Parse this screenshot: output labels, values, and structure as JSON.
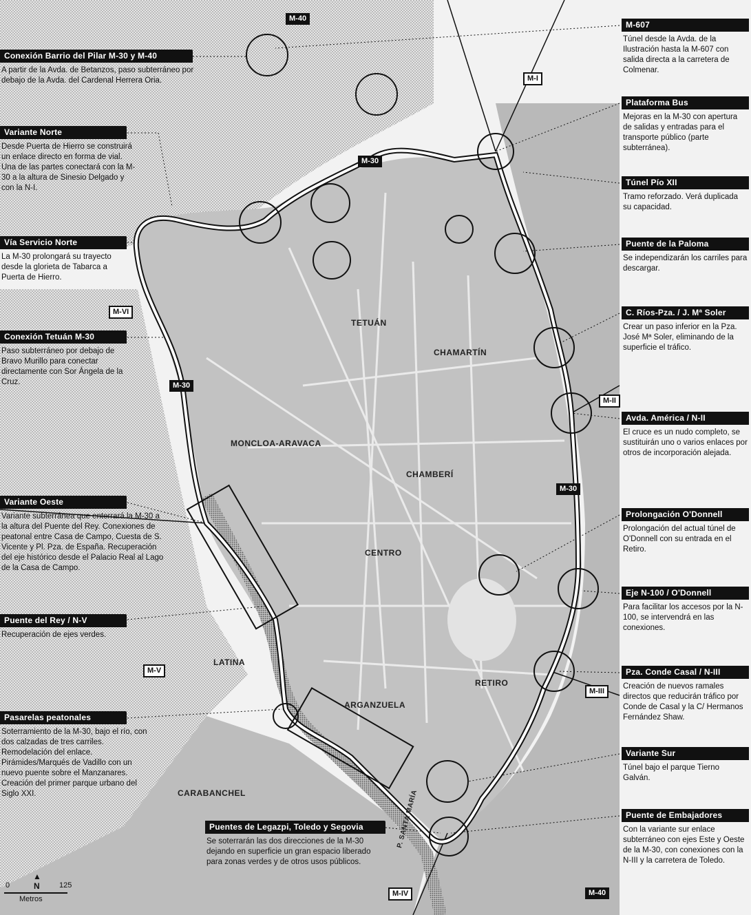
{
  "annotations_left": [
    {
      "title": "Conexión Barrio del Pilar M-30 y M-40",
      "text": "A partir de la Avda. de Betanzos, paso subterráneo por debajo de la Avda. del Cardenal Herrera Oria."
    },
    {
      "title": "Variante Norte",
      "text": "Desde Puerta de Hierro se construirá un enlace directo en forma de vial. Una de las partes conectará con la M-30 a la altura de Sinesio Delgado y con la N-I."
    },
    {
      "title": "Vía Servicio Norte",
      "text": "La M-30 prolongará su trayecto desde la glorieta de Tabarca a Puerta de Hierro."
    },
    {
      "title": "Conexión Tetuán M-30",
      "text": "Paso subterráneo por debajo de Bravo Murillo para conectar directamente con Sor Ángela de la Cruz."
    },
    {
      "title": "Variante Oeste",
      "text": "Variante subterránea que enterrará la M-30 a la altura del Puente del Rey. Conexiones de peatonal entre Casa de Campo, Cuesta de S. Vicente y Pl. Pza. de España. Recuperación del eje histórico desde el Palacio Real al Lago de la Casa de Campo."
    },
    {
      "title": "Puente del Rey / N-V",
      "text": "Recuperación de ejes verdes."
    },
    {
      "title": "Pasarelas peatonales",
      "text": "Soterramiento de la M-30, bajo el río, con dos calzadas de tres carriles. Remodelación del enlace. Pirámides/Marqués de Vadillo con un nuevo puente sobre el Manzanares. Creación del primer parque urbano del Siglo XXI."
    },
    {
      "title": "Puentes de Legazpi, Toledo y Segovia",
      "text": "Se soterrarán las dos direcciones de la M-30 dejando en superficie un gran espacio liberado para zonas verdes y de otros usos públicos."
    }
  ],
  "annotations_right": [
    {
      "title": "M-607",
      "text": "Túnel desde la Avda. de la Ilustración hasta la M-607 con salida directa a la carretera de Colmenar."
    },
    {
      "title": "Plataforma Bus",
      "text": "Mejoras en la M-30 con apertura de salidas y entradas para el transporte público (parte subterránea)."
    },
    {
      "title": "Túnel Pío XII",
      "text": "Tramo reforzado. Verá duplicada su capacidad."
    },
    {
      "title": "Puente de la Paloma",
      "text": "Se independizarán los carriles para descargar."
    },
    {
      "title": "C. Ríos-Pza. / J. Mª Soler",
      "text": "Crear un paso inferior en la Pza. José Mª Soler, eliminando de la superficie el tráfico."
    },
    {
      "title": "Avda. América / N-II",
      "text": "El cruce es un nudo completo, se sustituirán uno o varios enlaces por otros de incorporación alejada."
    },
    {
      "title": "Prolongación O'Donnell",
      "text": "Prolongación del actual túnel de O'Donnell con su entrada en el Retiro."
    },
    {
      "title": "Eje N-100 / O'Donnell",
      "text": "Para facilitar los accesos por la N-100, se intervendrá en las conexiones."
    },
    {
      "title": "Pza. Conde Casal / N-III",
      "text": "Creación de nuevos ramales directos que reducirán tráfico por Conde de Casal y la C/ Hermanos Fernández Shaw."
    },
    {
      "title": "Variante Sur",
      "text": "Túnel bajo el parque Tierno Galván."
    },
    {
      "title": "Puente de Embajadores",
      "text": "Con la variante sur enlace subterráneo con ejes Este y Oeste de la M-30, con conexiones con la N-III y la carretera de Toledo."
    }
  ],
  "road_labels": [
    "M-40",
    "M-I",
    "M-30",
    "M-VI",
    "M-30",
    "M-II",
    "M-30",
    "M-V",
    "M-III",
    "M-IV",
    "M-40"
  ],
  "districts": [
    "TETUÁN",
    "CHAMARTÍN",
    "MONCLOA-ARAVACA",
    "CHAMBERÍ",
    "CENTRO",
    "LATINA",
    "RETIRO",
    "ARGANZUELA",
    "CARABANCHEL"
  ],
  "street_label": "P. SANTA MARÍA",
  "scale": {
    "zero": "0",
    "max": "125",
    "unit": "Metros",
    "north": "N"
  },
  "colors": {
    "ink": "#111111",
    "paper": "#f2f2f2",
    "urban_light": "#c9c9c9",
    "urban_mid": "#a6a6a6",
    "urban_dark": "#8a8a8a",
    "park": "#d9d9d9",
    "river": "#b3b3b3"
  }
}
